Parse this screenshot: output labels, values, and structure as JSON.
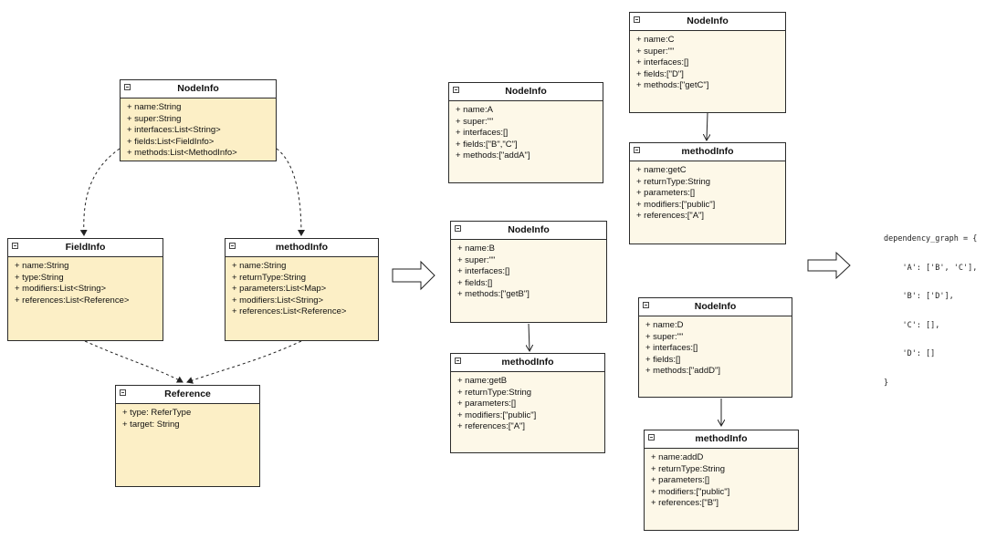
{
  "left": {
    "nodeinfo": {
      "title": "NodeInfo",
      "fields": [
        "+ name:String",
        "+ super:String",
        "+ interfaces:List<String>",
        "+ fields:List<FieldInfo>",
        "+ methods:List<MethodInfo>"
      ]
    },
    "fieldinfo": {
      "title": "FieldInfo",
      "fields": [
        "+ name:String",
        "+ type:String",
        "+ modifiers:List<String>",
        "+ references:List<Reference>"
      ]
    },
    "methodinfo": {
      "title": "methodInfo",
      "fields": [
        "+ name:String",
        "+ returnType:String",
        "+ parameters:List<Map>",
        "+ modifiers:List<String>",
        "+ references:List<Reference>"
      ]
    },
    "reference": {
      "title": "Reference",
      "fields": [
        "+ type: ReferType",
        "+ target: String"
      ]
    }
  },
  "middle": {
    "node_a": {
      "title": "NodeInfo",
      "fields": [
        "+ name:A",
        "+ super:\"\"",
        "+ interfaces:[]",
        "+ fields:[\"B\",\"C\"]",
        "+ methods:[\"addA\"]"
      ]
    },
    "node_b": {
      "title": "NodeInfo",
      "fields": [
        "+ name:B",
        "+ super:\"\"",
        "+ interfaces:[]",
        "+ fields:[]",
        "+ methods:[\"getB\"]"
      ]
    },
    "method_b": {
      "title": "methodInfo",
      "fields": [
        "+ name:getB",
        "+ returnType:String",
        "+ parameters:[]",
        "+ modifiers:[\"public\"]",
        "+ references:[\"A\"]"
      ]
    }
  },
  "right": {
    "node_c": {
      "title": "NodeInfo",
      "fields": [
        "+ name:C",
        "+ super:\"\"",
        "+ interfaces:[]",
        "+ fields:[\"D\"]",
        "+ methods:[\"getC\"]"
      ]
    },
    "method_c": {
      "title": "methodInfo",
      "fields": [
        "+ name:getC",
        "+ returnType:String",
        "+ parameters:[]",
        "+ modifiers:[\"public\"]",
        "+ references:[\"A\"]"
      ]
    },
    "node_d": {
      "title": "NodeInfo",
      "fields": [
        "+ name:D",
        "+ super:\"\"",
        "+ interfaces:[]",
        "+ fields:[]",
        "+ methods:[\"addD\"]"
      ]
    },
    "method_d": {
      "title": "methodInfo",
      "fields": [
        "+ name:addD",
        "+ returnType:String",
        "+ parameters:[]",
        "+ modifiers:[\"public\"]",
        "+ references:[\"B\"]"
      ]
    }
  },
  "dependency_graph": {
    "lines": [
      "dependency_graph = {",
      "    'A': ['B', 'C'],",
      "    'B': ['D'],",
      "    'C': [],",
      "    'D': []",
      "}"
    ]
  },
  "colors": {
    "class_fill": "#fcefc6",
    "instance_fill": "#fdf8e8",
    "stroke": "#2b2b2b"
  },
  "icons": {
    "collapse": "collapse-toggle-icon",
    "transform": "hollow-right-arrow-icon"
  }
}
